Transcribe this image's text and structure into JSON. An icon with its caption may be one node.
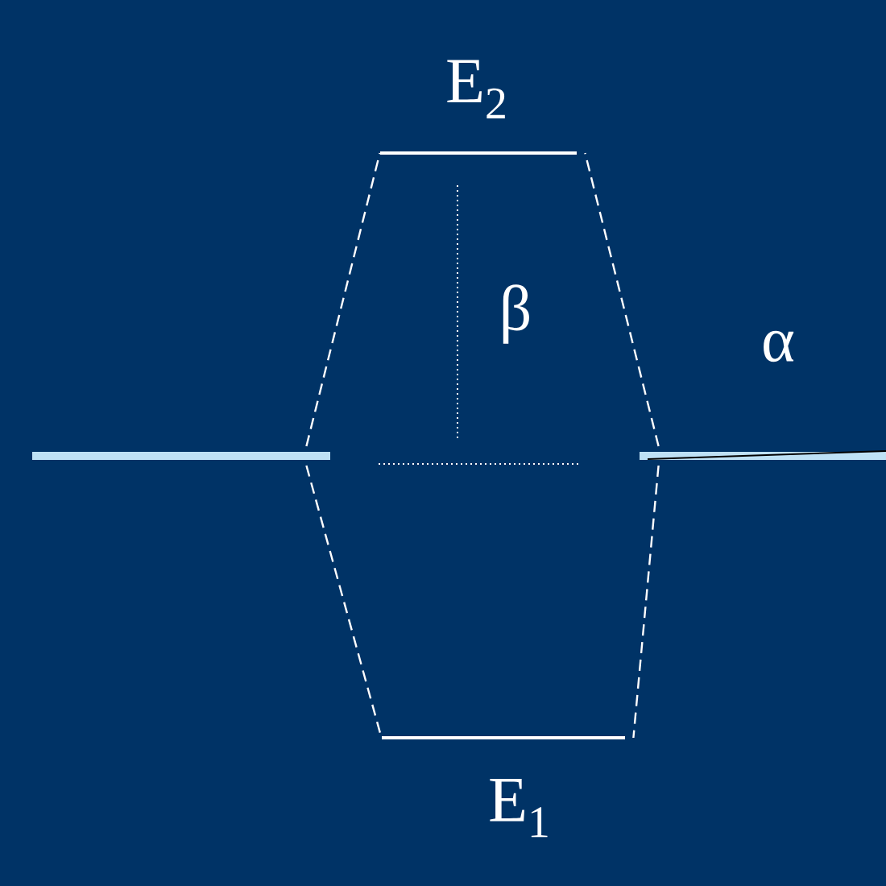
{
  "diagram": {
    "nodes": [
      {
        "text": [],
        "shape": "bar"
      },
      {
        "text": [
          "E$_{2}$"
        ]
      },
      {
        "text": [
          "E$_{1}$"
        ]
      },
      {
        "text": [],
        "shape": "bar"
      }
    ],
    "edges": [
      {
        "from": 0,
        "to": 1,
        "arrow": "none",
        "style": "dashed"
      },
      {
        "from": 0,
        "to": 2,
        "arrow": "none",
        "style": "dashed"
      },
      {
        "from": 3,
        "to": 1,
        "arrow": "none",
        "style": "dashed"
      },
      {
        "from": 3,
        "to": 2,
        "arrow": "none",
        "style": "dashed"
      }
    ],
    "labels": [
      "β",
      "α"
    ]
  }
}
